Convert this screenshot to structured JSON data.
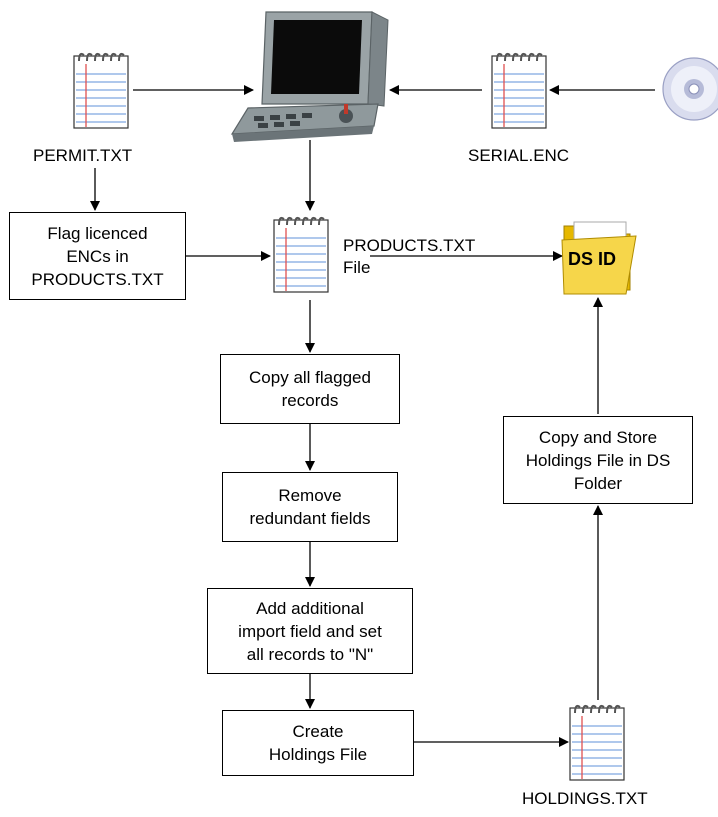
{
  "files": {
    "permit": "PERMIT.TXT",
    "serial": "SERIAL.ENC",
    "products": "PRODUCTS.TXT\nFile",
    "holdings": "HOLDINGS.TXT"
  },
  "folder_label": "DS ID",
  "process": {
    "flag": "Flag licenced\nENCs in\nPRODUCTS.TXT",
    "copy_flagged": "Copy all flagged\nrecords",
    "remove": "Remove\nredundant fields",
    "add_field": "Add additional\nimport field and set\nall records to \"N\"",
    "create": "Create\nHoldings File",
    "copy_store": "Copy and Store\nHoldings File in DS\nFolder"
  },
  "icons": [
    "notepad-icon",
    "computer-terminal-icon",
    "cd-disc-icon",
    "folder-icon"
  ]
}
